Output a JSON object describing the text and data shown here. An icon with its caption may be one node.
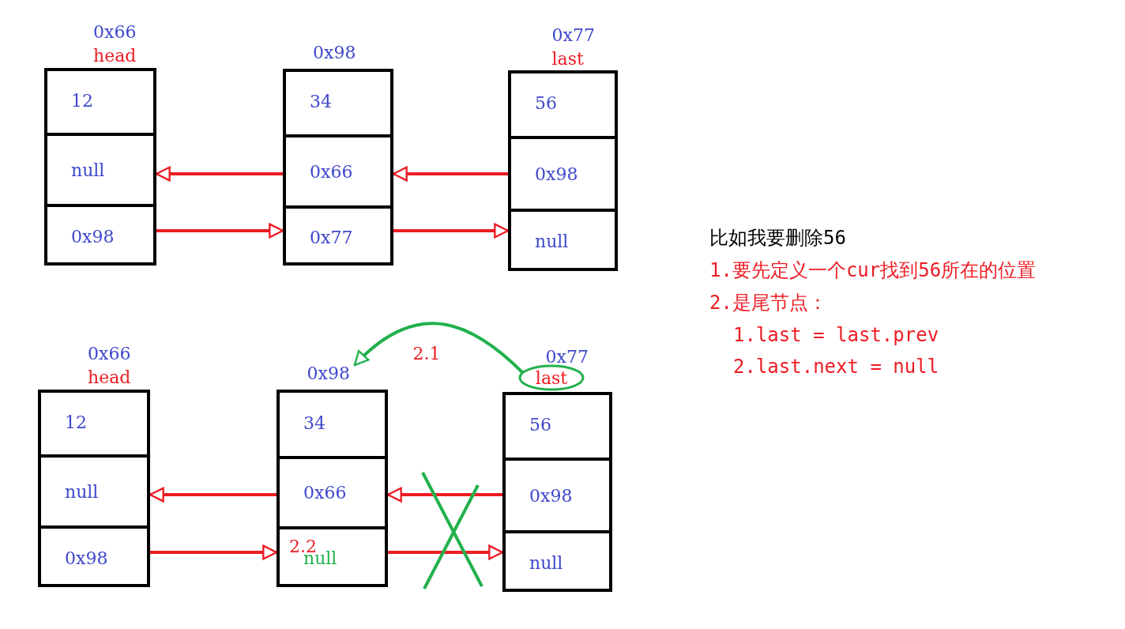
{
  "diagram": {
    "nodes": [
      {
        "text": [
          "0x66",
          "head"
        ]
      },
      {
        "text": [
          "12"
        ],
        "in": 0
      },
      {
        "text": [
          "null"
        ],
        "in": 0
      },
      {
        "text": [
          "0x98"
        ],
        "in": 0
      },
      {
        "text": [
          "0x98"
        ]
      },
      {
        "text": [
          "34"
        ],
        "in": 4
      },
      {
        "text": [
          "0x66"
        ],
        "in": 4
      },
      {
        "text": [
          "0x77"
        ],
        "in": 4
      },
      {
        "text": [
          "0x77",
          "last"
        ]
      },
      {
        "text": [
          "56"
        ],
        "in": 8
      },
      {
        "text": [
          "0x98"
        ],
        "in": 8
      },
      {
        "text": [
          "null"
        ],
        "in": 8
      },
      {
        "text": [
          "0x66",
          "head"
        ]
      },
      {
        "text": [
          "12"
        ],
        "in": 12
      },
      {
        "text": [
          "null"
        ],
        "in": 12
      },
      {
        "text": [
          "0x98"
        ],
        "in": 12
      },
      {
        "text": [
          "0x98"
        ]
      },
      {
        "text": [
          "34"
        ],
        "in": 16
      },
      {
        "text": [
          "0x66"
        ],
        "in": 16
      },
      {
        "text": [
          "null"
        ],
        "in": 16
      },
      {
        "text": [
          "0x77"
        ]
      },
      {
        "text": [
          "56"
        ],
        "in": 20
      },
      {
        "text": [
          "0x98"
        ],
        "in": 20
      },
      {
        "text": [
          "null"
        ],
        "in": 20
      },
      {
        "text": [
          "last"
        ]
      }
    ],
    "edges": [
      {
        "from": 6,
        "to": 0,
        "arrow": "to"
      },
      {
        "from": 3,
        "to": 4,
        "arrow": "to"
      },
      {
        "from": 10,
        "to": 4,
        "arrow": "to"
      },
      {
        "from": 7,
        "to": 8,
        "arrow": "to"
      },
      {
        "from": 18,
        "to": 12,
        "arrow": "to"
      },
      {
        "from": 15,
        "to": 16,
        "arrow": "to"
      },
      {
        "from": 22,
        "to": 16,
        "arrow": "to"
      },
      {
        "from": 19,
        "to": 20,
        "arrow": "to"
      },
      {
        "from": 24,
        "to": 16,
        "arrow": "to",
        "label": "2.1",
        "color": "#22b14c"
      }
    ],
    "labels": [
      "比如我要删除56",
      "1.要先定义一个cur找到56所在的位置",
      "2.是尾节点：",
      "1.last = last.prev",
      "2.last.next = null",
      "2.2"
    ]
  }
}
